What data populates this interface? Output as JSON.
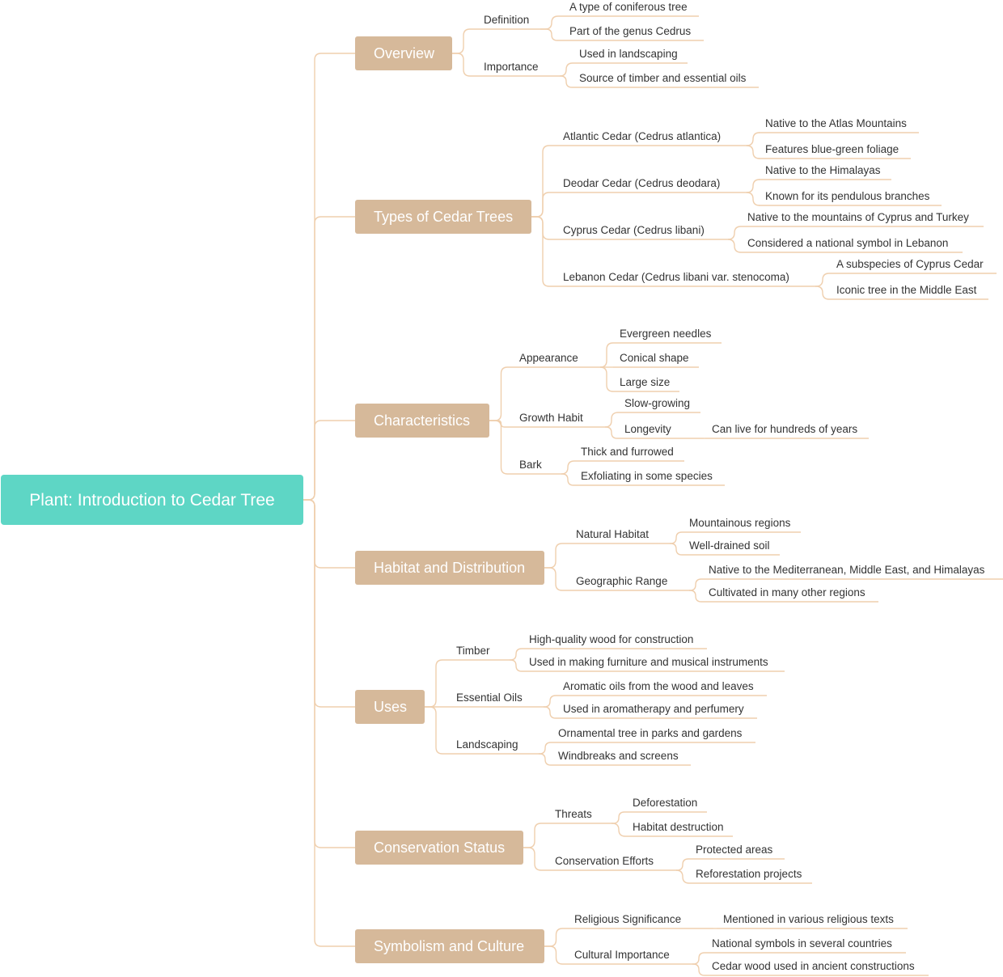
{
  "root": {
    "label": "Plant: Introduction to Cedar Tree"
  },
  "colors": {
    "root": "#5ed6c5",
    "branch": "#d6b99a",
    "line": "#efcfae",
    "text": "#333333"
  },
  "branches": [
    {
      "id": "overview",
      "label": "Overview",
      "children": [
        {
          "id": "definition",
          "label": "Definition",
          "children": [
            {
              "id": "coniferous",
              "label": "A type of coniferous tree"
            },
            {
              "id": "genus",
              "label": "Part of the genus Cedrus"
            }
          ]
        },
        {
          "id": "importance",
          "label": "Importance",
          "children": [
            {
              "id": "landscaping-use",
              "label": "Used in landscaping"
            },
            {
              "id": "timber-source",
              "label": "Source of timber and essential oils"
            }
          ]
        }
      ]
    },
    {
      "id": "types",
      "label": "Types of Cedar Trees",
      "children": [
        {
          "id": "atlantic",
          "label": "Atlantic Cedar (Cedrus atlantica)",
          "children": [
            {
              "id": "atlas",
              "label": "Native to the Atlas Mountains"
            },
            {
              "id": "blue-green",
              "label": "Features blue-green foliage"
            }
          ]
        },
        {
          "id": "deodar",
          "label": "Deodar Cedar (Cedrus deodara)",
          "children": [
            {
              "id": "himalayas",
              "label": "Native to the Himalayas"
            },
            {
              "id": "pendulous",
              "label": "Known for its pendulous branches"
            }
          ]
        },
        {
          "id": "cyprus",
          "label": "Cyprus Cedar (Cedrus libani)",
          "children": [
            {
              "id": "cyprus-turkey",
              "label": "Native to the mountains of Cyprus and Turkey"
            },
            {
              "id": "lebanon-symbol",
              "label": "Considered a national symbol in Lebanon"
            }
          ]
        },
        {
          "id": "lebanon",
          "label": "Lebanon Cedar (Cedrus libani var. stenocoma)",
          "children": [
            {
              "id": "subspecies",
              "label": "A subspecies of Cyprus Cedar"
            },
            {
              "id": "iconic",
              "label": "Iconic tree in the Middle East"
            }
          ]
        }
      ]
    },
    {
      "id": "characteristics",
      "label": "Characteristics",
      "children": [
        {
          "id": "appearance",
          "label": "Appearance",
          "children": [
            {
              "id": "needles",
              "label": "Evergreen needles"
            },
            {
              "id": "conical",
              "label": "Conical shape"
            },
            {
              "id": "large",
              "label": "Large size"
            }
          ]
        },
        {
          "id": "growth",
          "label": "Growth Habit",
          "children": [
            {
              "id": "slow",
              "label": "Slow-growing"
            },
            {
              "id": "longevity",
              "label": "Longevity",
              "children": [
                {
                  "id": "hundreds",
                  "label": "Can live for hundreds of years"
                }
              ]
            }
          ]
        },
        {
          "id": "bark",
          "label": "Bark",
          "children": [
            {
              "id": "furrowed",
              "label": "Thick and furrowed"
            },
            {
              "id": "exfoliating",
              "label": "Exfoliating in some species"
            }
          ]
        }
      ]
    },
    {
      "id": "habitat",
      "label": "Habitat and Distribution",
      "children": [
        {
          "id": "natural",
          "label": "Natural Habitat",
          "children": [
            {
              "id": "mountainous",
              "label": "Mountainous regions"
            },
            {
              "id": "soil",
              "label": "Well-drained soil"
            }
          ]
        },
        {
          "id": "range",
          "label": "Geographic Range",
          "children": [
            {
              "id": "native-range",
              "label": "Native to the Mediterranean, Middle East, and Himalayas"
            },
            {
              "id": "cultivated",
              "label": "Cultivated in many other regions"
            }
          ]
        }
      ]
    },
    {
      "id": "uses",
      "label": "Uses",
      "children": [
        {
          "id": "timber",
          "label": "Timber",
          "children": [
            {
              "id": "construction",
              "label": "High-quality wood for construction"
            },
            {
              "id": "furniture",
              "label": "Used in making furniture and musical instruments"
            }
          ]
        },
        {
          "id": "oils",
          "label": "Essential Oils",
          "children": [
            {
              "id": "aromatic",
              "label": "Aromatic oils from the wood and leaves"
            },
            {
              "id": "aromatherapy",
              "label": "Used in aromatherapy and perfumery"
            }
          ]
        },
        {
          "id": "landscaping",
          "label": "Landscaping",
          "children": [
            {
              "id": "ornamental",
              "label": "Ornamental tree in parks and gardens"
            },
            {
              "id": "windbreaks",
              "label": "Windbreaks and screens"
            }
          ]
        }
      ]
    },
    {
      "id": "conservation",
      "label": "Conservation Status",
      "children": [
        {
          "id": "threats",
          "label": "Threats",
          "children": [
            {
              "id": "deforestation",
              "label": "Deforestation"
            },
            {
              "id": "habitat-destruction",
              "label": "Habitat destruction"
            }
          ]
        },
        {
          "id": "efforts",
          "label": "Conservation Efforts",
          "children": [
            {
              "id": "protected",
              "label": "Protected areas"
            },
            {
              "id": "reforestation",
              "label": "Reforestation projects"
            }
          ]
        }
      ]
    },
    {
      "id": "symbolism",
      "label": "Symbolism and Culture",
      "children": [
        {
          "id": "religious",
          "label": "Religious Significance",
          "children": [
            {
              "id": "texts",
              "label": "Mentioned in various religious texts"
            }
          ]
        },
        {
          "id": "cultural",
          "label": "Cultural Importance",
          "children": [
            {
              "id": "national",
              "label": "National symbols in several countries"
            },
            {
              "id": "ancient",
              "label": "Cedar wood used in ancient constructions"
            }
          ]
        }
      ]
    }
  ]
}
